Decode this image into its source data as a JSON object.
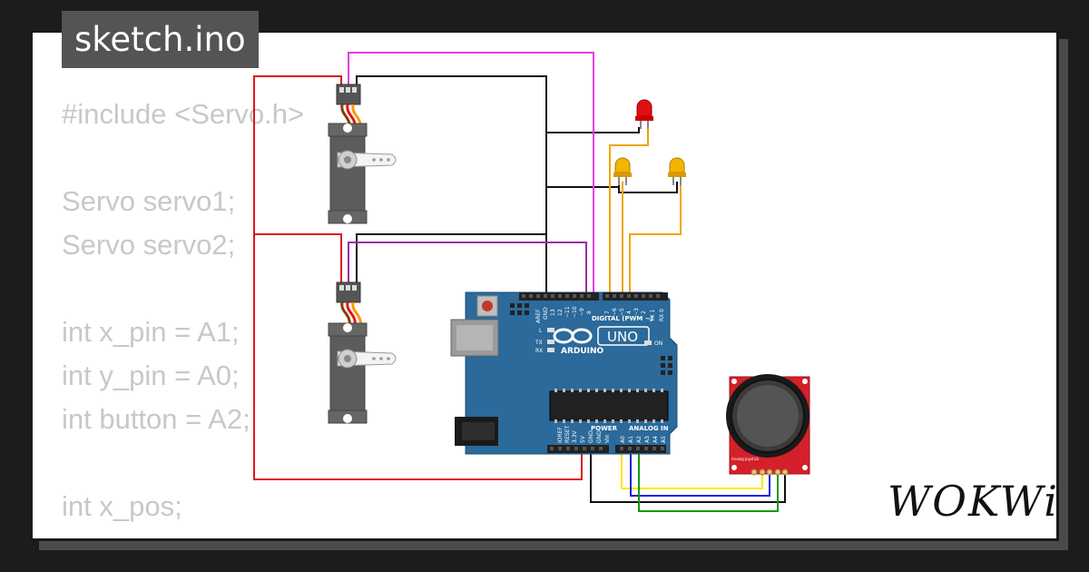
{
  "tab": {
    "filename": "sketch.ino"
  },
  "code_lines": [
    "#include <Servo.h>",
    "",
    "Servo servo1;",
    "Servo servo2;",
    "",
    "int x_pin = A1;",
    "int y_pin = A0;",
    "int button = A2;",
    "",
    "int x_pos;"
  ],
  "board": {
    "brand": "ARDUINO",
    "model": "UNO",
    "digital_label": "DIGITAL (PWM ~)",
    "analog_label": "ANALOG IN",
    "power_label": "POWER",
    "on_label": "ON",
    "tx_label": "TX",
    "rx_label": "RX",
    "l_label": "L",
    "digital_pins": [
      "AREF",
      "GND",
      "13",
      "12",
      "~11",
      "~10",
      "~9",
      "8",
      "7",
      "~6",
      "~5",
      "4",
      "~3",
      "2",
      "TX 1",
      "RX 0"
    ],
    "power_pins": [
      "IOREF",
      "RESET",
      "3.3V",
      "5V",
      "GND",
      "GND",
      "Vin"
    ],
    "analog_pins": [
      "A0",
      "A1",
      "A2",
      "A3",
      "A4",
      "A5"
    ],
    "color": "#2b6a9a"
  },
  "joystick": {
    "label": "Analog Joystick"
  },
  "logo": {
    "text": "WOKWi"
  },
  "colors": {
    "wire_red": "#e0161b",
    "wire_black": "#111111",
    "wire_magenta": "#e040e0",
    "wire_purple": "#9a2fa6",
    "wire_orange": "#f0a500",
    "wire_yellow": "#ffe600",
    "wire_blue": "#1a1adb",
    "wire_green": "#119a11",
    "led_red": "#e01010",
    "led_yellow": "#f4b400",
    "joystick_board": "#d4202a"
  }
}
